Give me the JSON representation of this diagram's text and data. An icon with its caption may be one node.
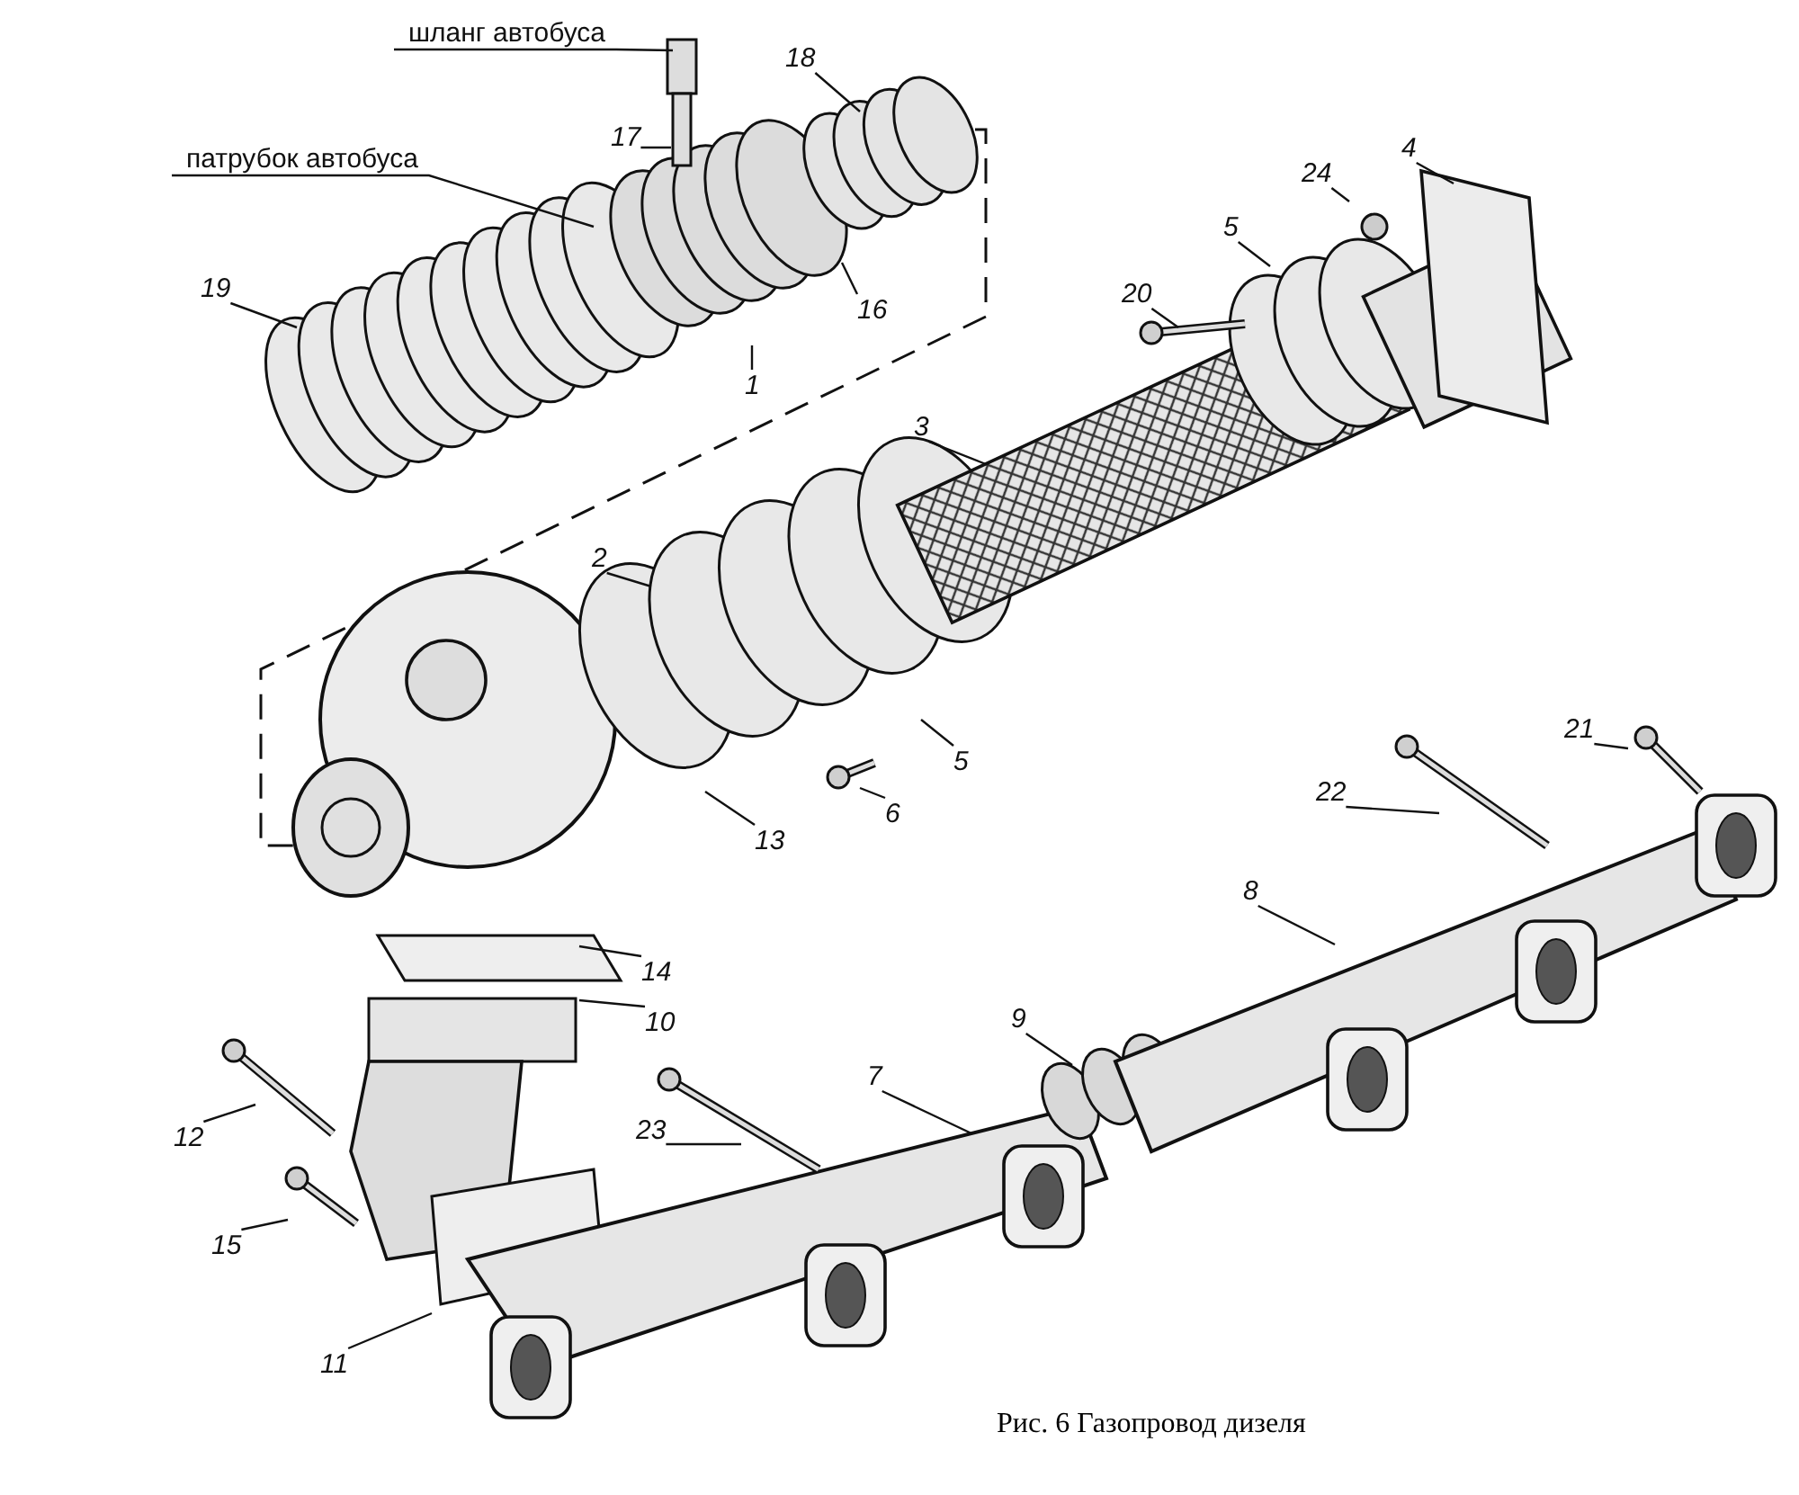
{
  "diagram": {
    "caption": "Рис. 6 Газопровод дизеля",
    "nodes": [
      {
        "text": [
          "шланг автобуса"
        ]
      },
      {
        "text": [
          "патрубок автобуса"
        ]
      },
      {
        "text": [
          "17"
        ]
      },
      {
        "text": [
          "18"
        ]
      },
      {
        "text": [
          "19"
        ]
      },
      {
        "text": [
          "16"
        ]
      },
      {
        "text": [
          "1"
        ]
      },
      {
        "text": [
          "4"
        ]
      },
      {
        "text": [
          "24"
        ]
      },
      {
        "text": [
          "5"
        ]
      },
      {
        "text": [
          "20"
        ]
      },
      {
        "text": [
          "3"
        ]
      },
      {
        "text": [
          "2"
        ]
      },
      {
        "text": [
          "13"
        ]
      },
      {
        "text": [
          "6"
        ]
      },
      {
        "text": [
          "5"
        ]
      },
      {
        "text": [
          "21"
        ]
      },
      {
        "text": [
          "22"
        ]
      },
      {
        "text": [
          "8"
        ]
      },
      {
        "text": [
          "14"
        ]
      },
      {
        "text": [
          "10"
        ]
      },
      {
        "text": [
          "9"
        ]
      },
      {
        "text": [
          "7"
        ]
      },
      {
        "text": [
          "12"
        ]
      },
      {
        "text": [
          "23"
        ]
      },
      {
        "text": [
          "15"
        ]
      },
      {
        "text": [
          "11"
        ]
      }
    ],
    "edges": [
      {
        "from": 0,
        "to": null,
        "arrow": "none"
      },
      {
        "from": 1,
        "to": null,
        "arrow": "none"
      },
      {
        "from": 2,
        "to": null,
        "arrow": "none"
      },
      {
        "from": 3,
        "to": null,
        "arrow": "none"
      },
      {
        "from": 4,
        "to": null,
        "arrow": "none"
      },
      {
        "from": 5,
        "to": null,
        "arrow": "none"
      },
      {
        "from": 6,
        "to": null,
        "arrow": "none"
      },
      {
        "from": 7,
        "to": null,
        "arrow": "none"
      },
      {
        "from": 8,
        "to": null,
        "arrow": "none"
      },
      {
        "from": 9,
        "to": null,
        "arrow": "none"
      },
      {
        "from": 10,
        "to": null,
        "arrow": "none"
      },
      {
        "from": 11,
        "to": null,
        "arrow": "none"
      },
      {
        "from": 12,
        "to": null,
        "arrow": "none"
      },
      {
        "from": 13,
        "to": null,
        "arrow": "none"
      },
      {
        "from": 14,
        "to": null,
        "arrow": "none"
      },
      {
        "from": 15,
        "to": null,
        "arrow": "none"
      },
      {
        "from": 16,
        "to": null,
        "arrow": "none"
      },
      {
        "from": 17,
        "to": null,
        "arrow": "none"
      },
      {
        "from": 18,
        "to": null,
        "arrow": "none"
      },
      {
        "from": 19,
        "to": null,
        "arrow": "none"
      },
      {
        "from": 20,
        "to": null,
        "arrow": "none"
      },
      {
        "from": 21,
        "to": null,
        "arrow": "none"
      },
      {
        "from": 22,
        "to": null,
        "arrow": "none"
      },
      {
        "from": 23,
        "to": null,
        "arrow": "none"
      },
      {
        "from": 24,
        "to": null,
        "arrow": "none"
      },
      {
        "from": 25,
        "to": null,
        "arrow": "none"
      },
      {
        "from": 26,
        "to": null,
        "arrow": "none"
      }
    ]
  }
}
